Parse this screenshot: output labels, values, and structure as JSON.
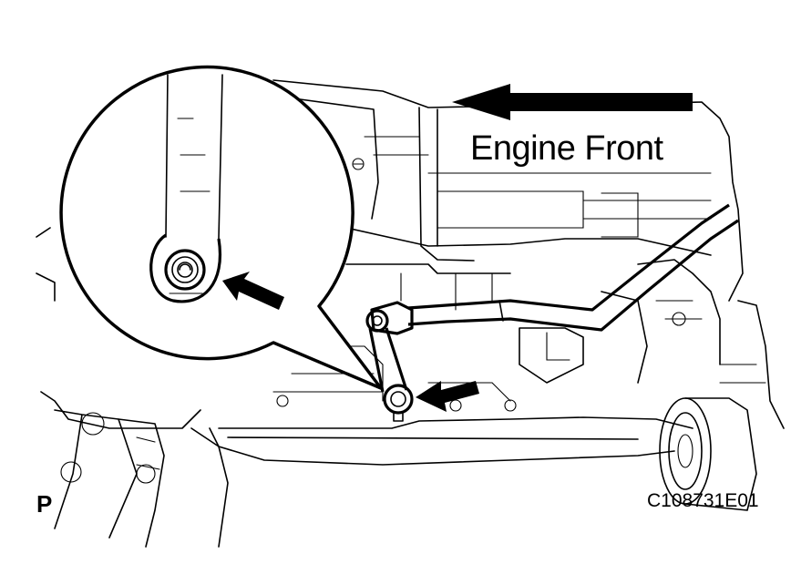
{
  "labels": {
    "direction": "Engine Front",
    "view_code": "P",
    "figure_id": "C108731E01"
  },
  "colors": {
    "line": "#000000",
    "background": "#ffffff"
  },
  "icons": [
    "direction-arrow-icon",
    "pointer-arrow-icon"
  ]
}
